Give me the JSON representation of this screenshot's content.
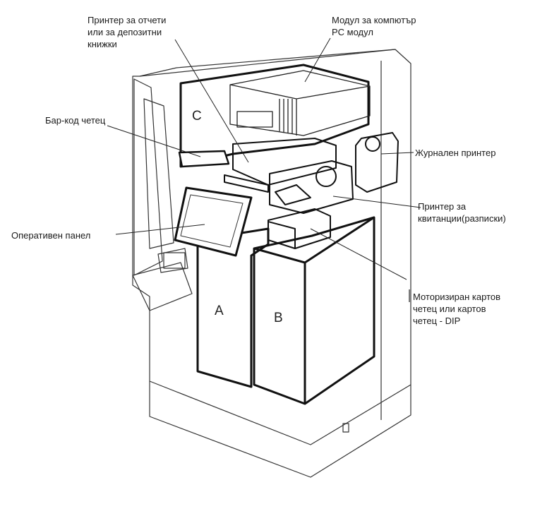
{
  "labels": {
    "report_printer": "Принтер за отчети\nили за депозитни\nкнижки",
    "pc_module": "Модул за компютър\nPC модул",
    "barcode_reader": "Бар-код четец",
    "journal_printer": "Журнален принтер",
    "receipt_printer": "Принтер за\nквитанции(разписки)",
    "operator_panel": "Оперативен панел",
    "card_reader": "Моторизиран картов\nчетец или картов\nчетец - DIP"
  },
  "zones": {
    "a": "A",
    "b": "B",
    "c": "C"
  }
}
